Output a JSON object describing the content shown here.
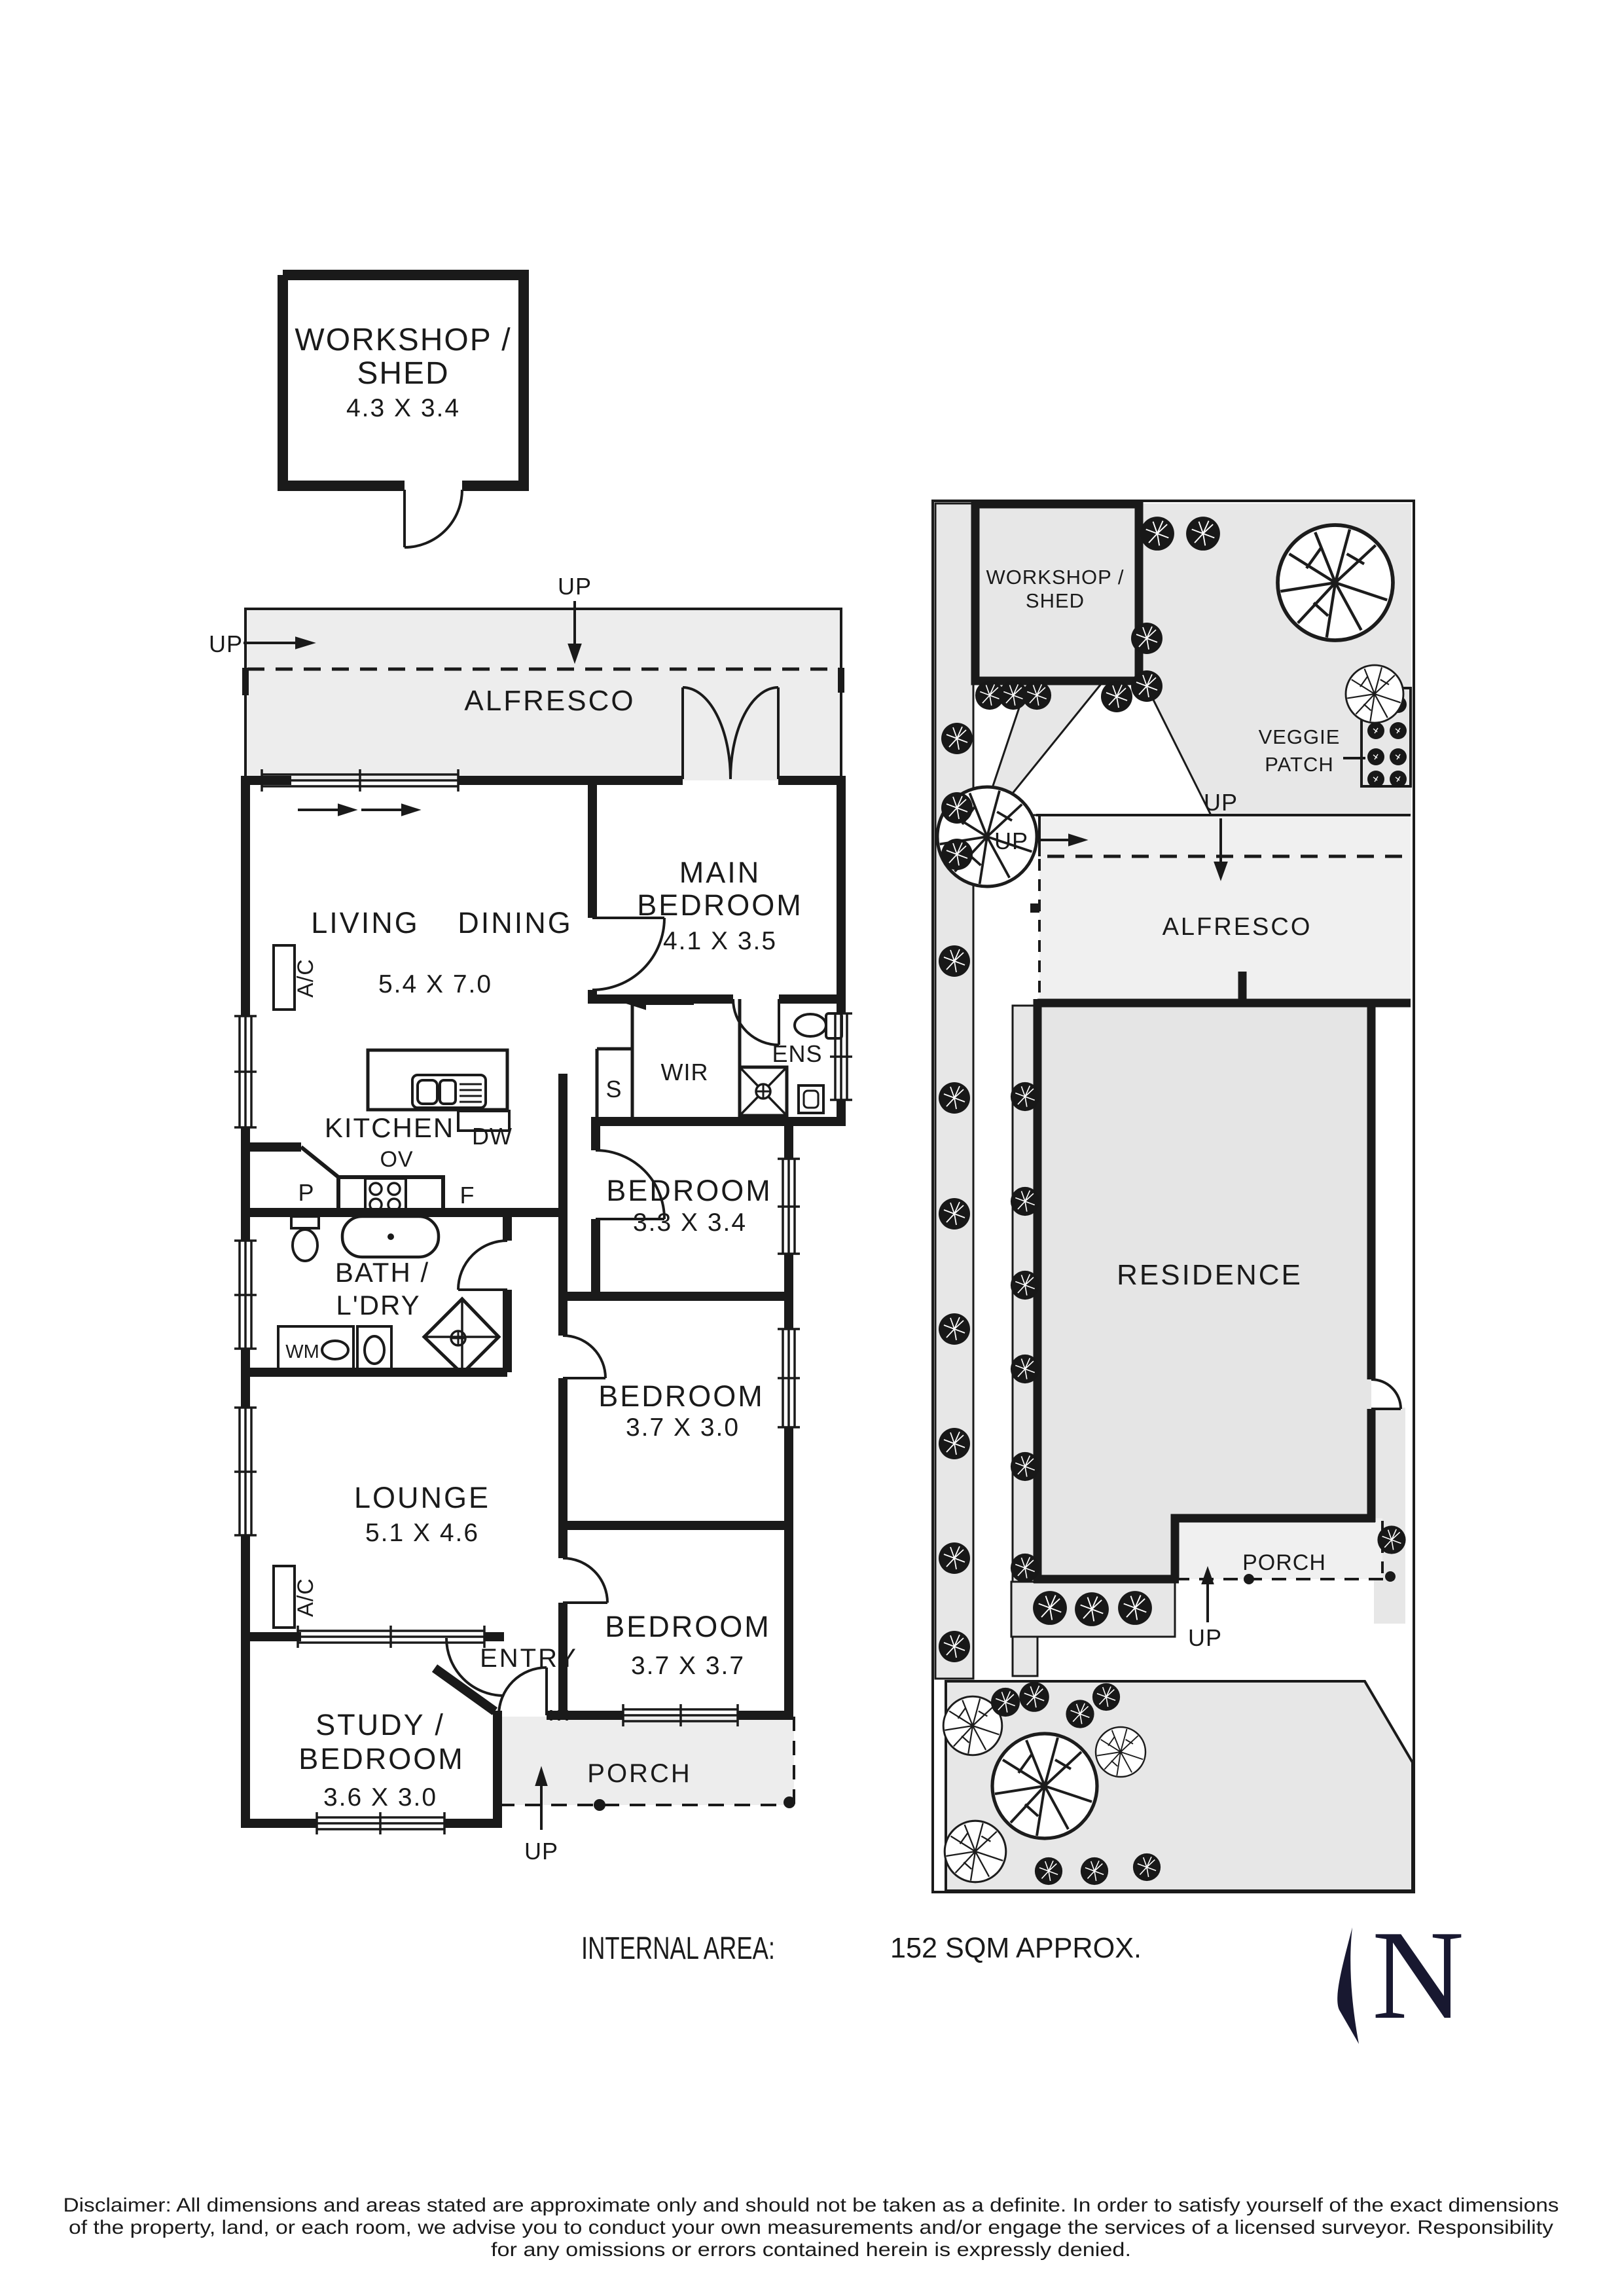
{
  "colors": {
    "ink": "#1a1a1a",
    "area_fill": "#ededed",
    "site_fill": "#e7e7e7",
    "residence_fill": "#e5e5e5",
    "north_navy": "#181830"
  },
  "shared": {
    "up": "UP",
    "ac": "A/C",
    "bedroom": "BEDROOM"
  },
  "floor_plan": {
    "workshop": {
      "line1": "WORKSHOP /",
      "line2": "SHED",
      "dims": "4.3 X 3.4"
    },
    "alfresco": "ALFRESCO",
    "living": "LIVING",
    "dining": "DINING",
    "living_dims": "5.4 X 7.0",
    "main_bedroom": {
      "line1": "MAIN",
      "line2": "BEDROOM",
      "dims": "4.1 X 3.5"
    },
    "wir": "WIR",
    "ens": "ENS",
    "store": "S",
    "kitchen": "KITCHEN",
    "dishwasher": "DW",
    "oven": "OV",
    "pantry": "P",
    "fridge": "F",
    "bath": {
      "line1": "BATH /",
      "line2": "L'DRY"
    },
    "washing_machine": "WM",
    "bedroom2_dims": "3.3 X 3.4",
    "bedroom3_dims": "3.7 X 3.0",
    "bedroom4_dims": "3.7 X 3.7",
    "lounge": "LOUNGE",
    "lounge_dims": "5.1 X 4.6",
    "entry": "ENTRY",
    "study": {
      "line1": "STUDY /",
      "line2": "BEDROOM",
      "dims": "3.6 X 3.0"
    },
    "porch": "PORCH"
  },
  "site_plan": {
    "workshop": {
      "line1": "WORKSHOP /",
      "line2": "SHED"
    },
    "veggie": {
      "line1": "VEGGIE",
      "line2": "PATCH"
    },
    "alfresco": "ALFRESCO",
    "residence": "RESIDENCE",
    "porch": "PORCH"
  },
  "footer": {
    "area_label": "INTERNAL AREA:",
    "area_value": "152 SQM APPROX.",
    "north": "N",
    "disclaimer_line1": "Disclaimer: All dimensions and areas stated are approximate only and should not be taken as a definite. In order to satisfy yourself of the exact dimensions",
    "disclaimer_line2": "of the property, land, or each room, we advise you to conduct your own measurements and/or engage the services of a licensed surveyor. Responsibility",
    "disclaimer_line3": "for any omissions or errors contained herein is expressly denied."
  }
}
